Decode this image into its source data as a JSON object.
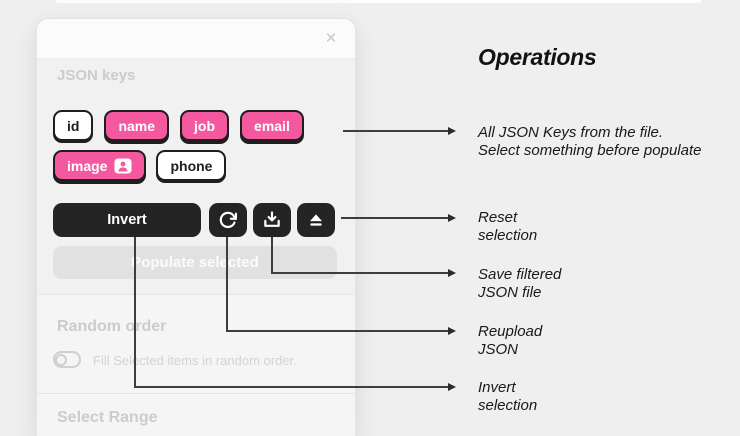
{
  "colors": {
    "accent_pink": "#f4589e",
    "button_dark": "#242424",
    "line_dark": "#3d3d3d"
  },
  "icons": {
    "close": "×",
    "button_icons": [
      "reload",
      "download",
      "eject"
    ],
    "image_pill_icon": "photo-portrait"
  },
  "modal": {
    "close_icon": "×",
    "json_keys": {
      "title": "JSON keys",
      "pills": [
        {
          "label": "id",
          "selected": false
        },
        {
          "label": "name",
          "selected": true
        },
        {
          "label": "job",
          "selected": true
        },
        {
          "label": "email",
          "selected": true
        },
        {
          "label": "image",
          "selected": true,
          "icon": "photo-portrait"
        },
        {
          "label": "phone",
          "selected": false
        }
      ],
      "invert_label": "Invert",
      "populate_label": "Populate selected"
    },
    "random_order": {
      "title": "Random order",
      "toggle_state": "off",
      "description": "Fill Selected items in random order."
    },
    "select_range": {
      "title": "Select Range"
    }
  },
  "annotations": {
    "title": "Operations",
    "notes": [
      {
        "lines": [
          "All JSON Keys from the file.",
          "Select something before populate"
        ]
      },
      {
        "lines": [
          "Reset",
          "selection"
        ]
      },
      {
        "lines": [
          "Save filtered",
          "JSON file"
        ]
      },
      {
        "lines": [
          "Reupload",
          "JSON"
        ]
      },
      {
        "lines": [
          "Invert",
          "selection"
        ]
      }
    ]
  }
}
